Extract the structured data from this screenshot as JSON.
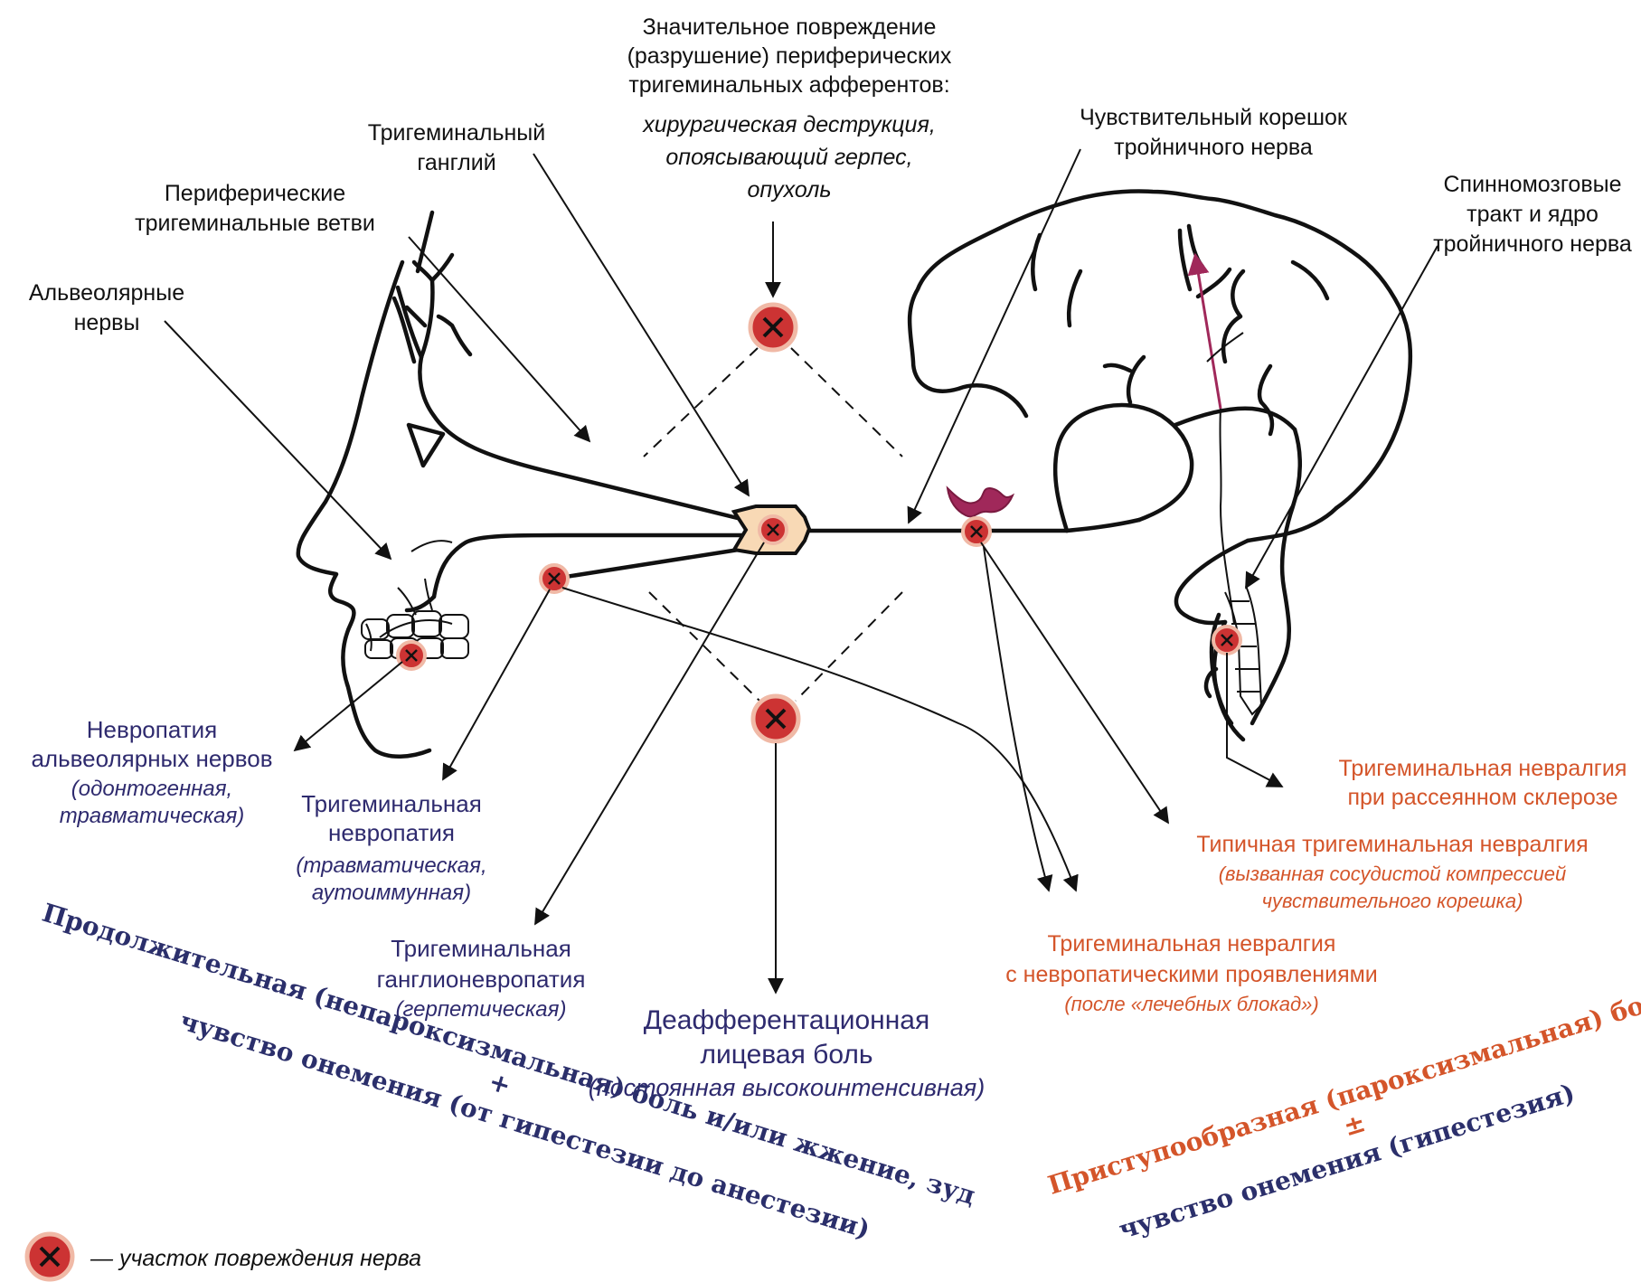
{
  "colors": {
    "label": "#111111",
    "blue": "#2e2a6e",
    "orange": "#d4552a",
    "lesion_fill": "#cc3333",
    "lesion_ring": "#f0b9a6",
    "ganglion_fill": "#f8d9b5",
    "tract_arrow": "#a0285a"
  },
  "icons": {
    "lesion_marker": "red-circle-with-x"
  },
  "top_note": {
    "lines": [
      "Значительное повреждение",
      "(разрушение) периферических",
      "тригеминальных афферентов:"
    ],
    "italic_lines": [
      "хирургическая деструкция,",
      "опоясывающий герпес,",
      "опухоль"
    ]
  },
  "anatomy_labels": {
    "ganglion": [
      "Тригеминальный",
      "ганглий"
    ],
    "peripheral_branches": [
      "Периферические",
      "тригеминальные ветви"
    ],
    "alveolar_nerves": [
      "Альвеолярные",
      "нервы"
    ],
    "sensory_root": [
      "Чувствительный корешок",
      "тройничного нерва"
    ],
    "spinal_tract": [
      "Спинномозговые",
      "тракт и ядро",
      "тройничного нерва"
    ]
  },
  "conditions": {
    "alveolar_neuropathy": {
      "title": [
        "Невропатия",
        "альвеолярных нервов"
      ],
      "note": [
        "(одонтогенная,",
        "травматическая)"
      ]
    },
    "trigeminal_neuropathy": {
      "title": [
        "Тригеминальная",
        "невропатия"
      ],
      "note": [
        "(травматическая,",
        "аутоиммунная)"
      ]
    },
    "ganglioneuropathy": {
      "title": [
        "Тригеминальная",
        "ганглионевропатия"
      ],
      "note": [
        "(герпетическая)"
      ]
    },
    "deafferentation": {
      "title": [
        "Деафферентационная",
        "лицевая боль"
      ],
      "note": [
        "(постоянная высокоинтенсивная)"
      ]
    },
    "neuralgia_neuropathic": {
      "title": [
        "Тригеминальная невралгия",
        "с невропатическими проявлениями"
      ],
      "note": [
        "(после «лечебных блокад»)"
      ]
    },
    "typical_neuralgia": {
      "title": [
        "Типичная тригеминальная невралгия"
      ],
      "note": [
        "(вызванная сосудистой компрессией",
        "чувствительного корешка)"
      ]
    },
    "ms_neuralgia": {
      "title": [
        "Тригеминальная невралгия",
        "при рассеянном склерозе"
      ]
    }
  },
  "symptoms_left": {
    "line1": "Продолжительная (непароксизмальная) боль и/или жжение, зуд",
    "plus": "+",
    "line2": "чувство онемения (от гипестезии до анестезии)"
  },
  "symptoms_right": {
    "line1": "Приступообразная (пароксизмальная) боль",
    "plusminus": "±",
    "line2": "чувство онемения (гипестезия)"
  },
  "legend": {
    "text": "— участок повреждения нерва"
  }
}
